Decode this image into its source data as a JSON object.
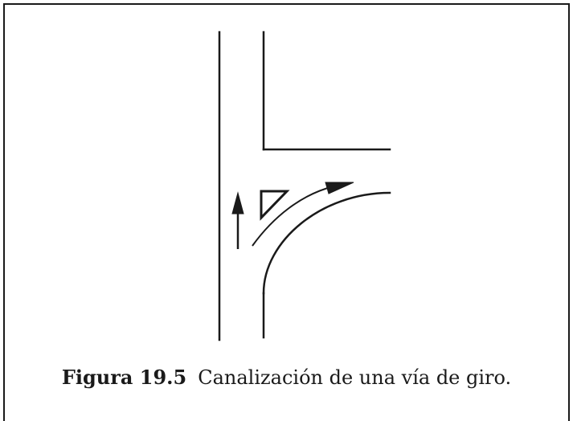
{
  "figure": {
    "caption_label": "Figura 19.5",
    "caption_text": "Canalización de una vía de giro."
  },
  "diagram": {
    "elements": [
      "road-edge-main-left",
      "road-edge-main-right-upper",
      "road-edge-side-top",
      "channelizing-island-triangle",
      "turn-path-arrow",
      "curb-return-curve",
      "road-edge-main-right-lower",
      "through-traffic-arrow"
    ],
    "line_color": "#1a1a1a"
  }
}
